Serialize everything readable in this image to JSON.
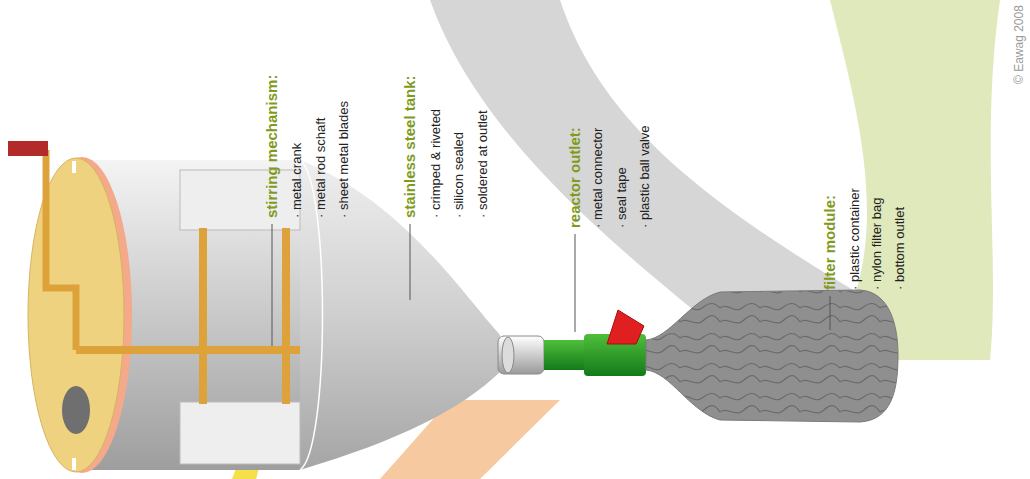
{
  "diagram": {
    "labels": [
      "stirring mechanism:",
      "· metal crank",
      "· metal rod schaft",
      "· sheet metal blades",
      "stainless steel tank:",
      "· crimped & riveted",
      "· silicon sealed",
      "· soldered at outlet",
      "reactor outlet:",
      "· metal connector",
      "· seal tape",
      "· plastic ball valve",
      "filter module:",
      "· plastic container",
      "· nylon filter bag",
      "· bottom outlet",
      "© Eawag 2008"
    ]
  }
}
